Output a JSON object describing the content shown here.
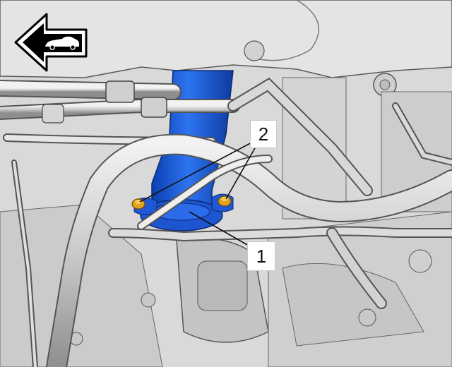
{
  "figure": {
    "callouts": [
      {
        "id": "1",
        "label": "1"
      },
      {
        "id": "2",
        "label": "2"
      }
    ],
    "orientation_icon": "front-of-vehicle-arrow-icon",
    "colors": {
      "highlight_part": "#1c5fe0",
      "fasteners": "#e3a21b",
      "background_parts": "#cfcfcf",
      "outline": "#3a3a3a"
    }
  }
}
